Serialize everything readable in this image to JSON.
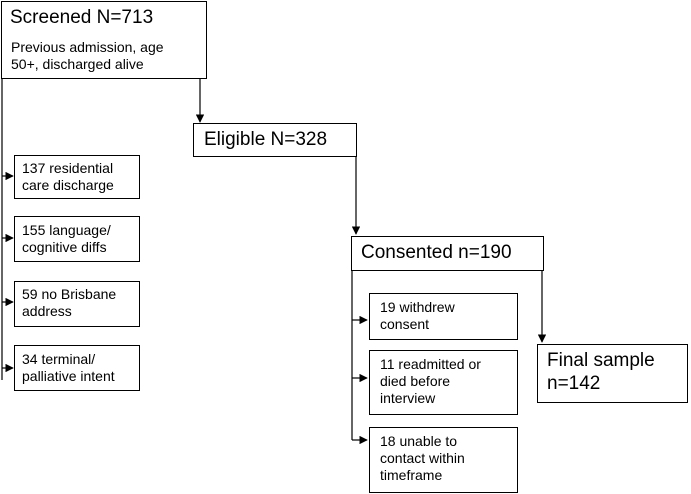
{
  "screened": {
    "title": "Screened N=713",
    "subtitle": "Previous admission, age\n50+, discharged alive"
  },
  "eligible": {
    "title": "Eligible N=328"
  },
  "exclusions": [
    {
      "label": "137 residential\ncare discharge"
    },
    {
      "label": "155 language/\ncognitive diffs"
    },
    {
      "label": "59 no Brisbane\naddress"
    },
    {
      "label": "34 terminal/\npalliative intent"
    }
  ],
  "consented": {
    "title": "Consented n=190"
  },
  "losses": [
    {
      "label": "19 withdrew\nconsent"
    },
    {
      "label": "11 readmitted or\ndied before\ninterview"
    },
    {
      "label": "18 unable to\ncontact within\ntimeframe"
    }
  ],
  "final": {
    "title": "Final sample\nn=142"
  }
}
